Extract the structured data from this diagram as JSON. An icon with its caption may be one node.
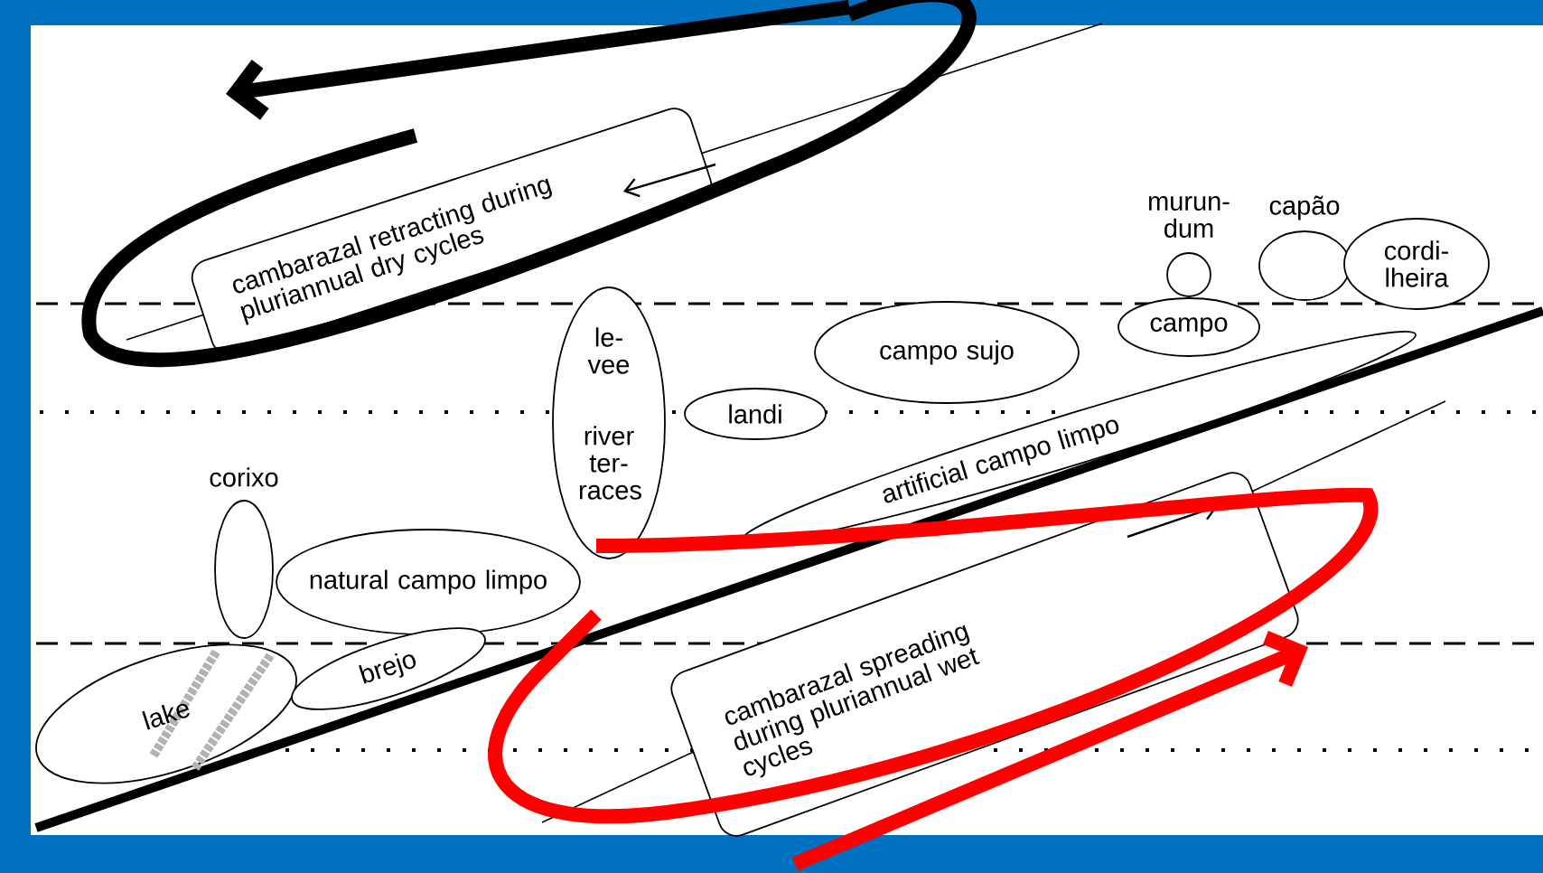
{
  "diagram": {
    "nodes": [
      {
        "text": [
          "cambarazal retracting during pluriannual dry cycles"
        ]
      },
      {
        "text": [
          "murun- dum"
        ]
      },
      {
        "text": [
          "capão"
        ]
      },
      {
        "text": [
          "cordi- lheira"
        ]
      },
      {
        "text": [
          "le- vee",
          "river ter- races"
        ]
      },
      {
        "text": [
          "campo sujo"
        ]
      },
      {
        "text": [
          "campo"
        ]
      },
      {
        "text": [
          "landi"
        ]
      },
      {
        "text": [
          "artificial campo limpo"
        ]
      },
      {
        "text": [
          "corixo"
        ]
      },
      {
        "text": [
          "natural campo limpo"
        ]
      },
      {
        "text": [
          "lake"
        ]
      },
      {
        "text": [
          "brejo"
        ]
      },
      {
        "text": [
          "cambarazal spreading during pluriannual wet cycles"
        ]
      }
    ]
  }
}
